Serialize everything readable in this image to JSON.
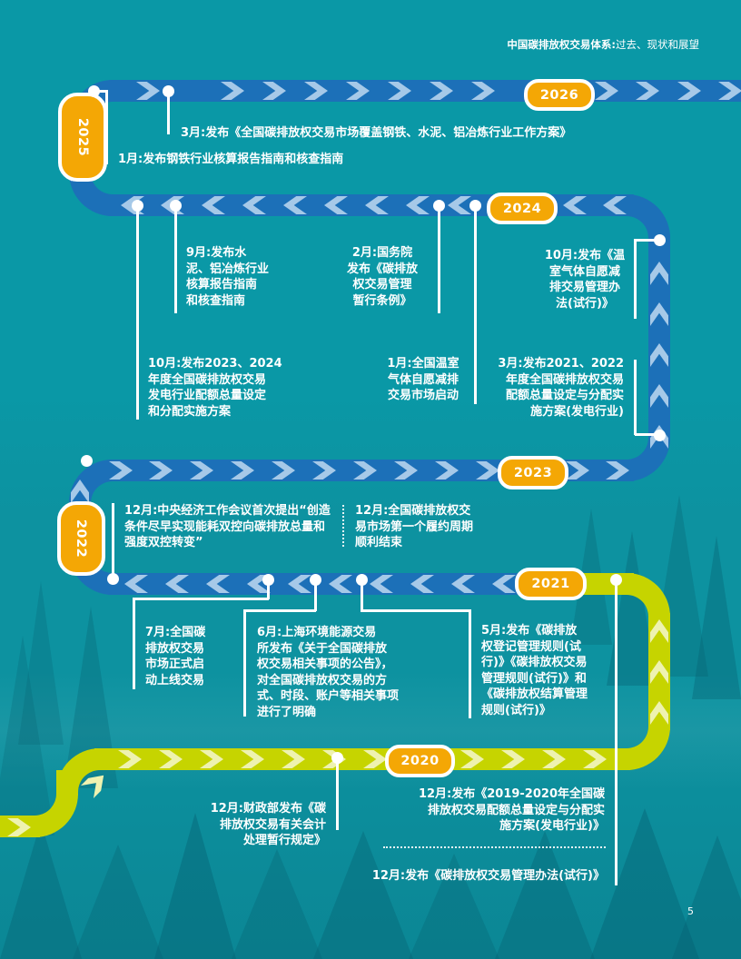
{
  "header": {
    "title_bold": "中国碳排放权交易体系:",
    "title_rest": "过去、现状和展望"
  },
  "page_number": "5",
  "colors": {
    "background_teal": "#0a98a6",
    "line_blue": "#1c70b8",
    "chevron_blue": "#a6c9e8",
    "line_green": "#c6d400",
    "chevron_green": "#eef2b0",
    "pill_yellow": "#f4a705",
    "text_white": "#ffffff"
  },
  "timeline": {
    "years": {
      "y2020": "2020",
      "y2021": "2021",
      "y2022": "2022",
      "y2023": "2023",
      "y2024": "2024",
      "y2025": "2025",
      "y2026": "2026"
    },
    "events": {
      "e2025_03": {
        "text": "3月:发布《全国碳排放权交易市场覆盖钢铁、水泥、铝冶炼行业工作方案》"
      },
      "e2025_01": {
        "text": "1月:发布钢铁行业核算报告指南和核查指南"
      },
      "e2024_09": {
        "text": "9月:发布水\n泥、铝冶炼行业\n核算报告指南\n和核查指南"
      },
      "e2024_02": {
        "text": "2月:国务院\n发布《碳排放\n权交易管理\n暂行条例》"
      },
      "e2024_10_right": {
        "text": "10月:发布《温\n室气体自愿减\n排交易管理办\n法(试行)》"
      },
      "e2024_10_left": {
        "text": "10月:发布2023、2024\n年度全国碳排放权交易\n发电行业配额总量设定\n和分配实施方案"
      },
      "e2024_01": {
        "text": "1月:全国温室\n气体自愿减排\n交易市场启动"
      },
      "e2024_03": {
        "text": "3月:发布2021、2022\n年度全国碳排放权交易\n配额总量设定与分配实\n施方案(发电行业)"
      },
      "e2021_12_left": {
        "text": "12月:中央经济工作会议首次提出“创造\n条件尽早实现能耗双控向碳排放总量和\n强度双控转变”"
      },
      "e2021_12_right": {
        "text": "12月:全国碳排放权交\n易市场第一个履约周期\n顺利结束"
      },
      "e2021_07": {
        "text": "7月:全国碳\n排放权交易\n市场正式启\n动上线交易"
      },
      "e2021_06": {
        "text": "6月:上海环境能源交易\n所发布《关于全国碳排放\n权交易相关事项的公告》，\n对全国碳排放权交易的方\n式、时段、账户等相关事项\n进行了明确"
      },
      "e2021_05": {
        "text": "5月:发布《碳排放\n权登记管理规则(试\n行)》《碳排放权交易\n管理规则(试行)》和\n《碳排放权结算管理\n规则(试行)》"
      },
      "e2020_12_mof": {
        "text": "12月:财政部发布《碳\n排放权交易有关会计\n处理暂行规定》"
      },
      "e2020_12_quota": {
        "text": "12月:发布《2019-2020年全国碳\n排放权交易配额总量设定与分配实\n施方案(发电行业)》"
      },
      "e2020_12_measures": {
        "text": "12月:发布《碳排放权交易管理办法(试行)》"
      }
    }
  }
}
